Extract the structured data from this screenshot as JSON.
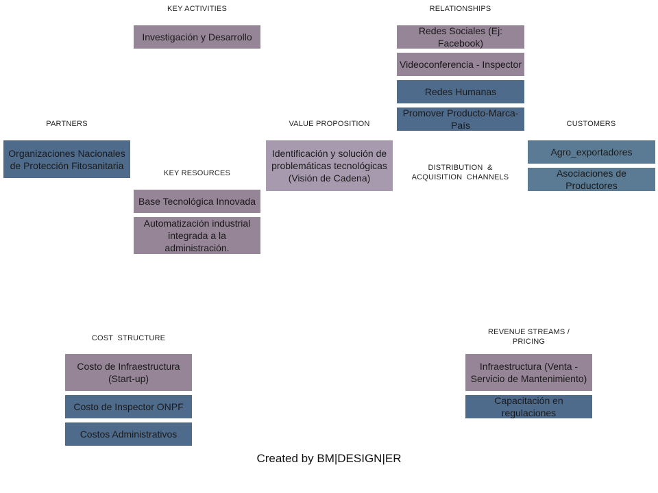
{
  "sections": {
    "key_activities": "KEY ACTIVITIES",
    "relationships": "RELATIONSHIPS",
    "partners": "PARTNERS",
    "value_proposition": "VALUE PROPOSITION",
    "customers": "CUSTOMERS",
    "key_resources": "KEY RESOURCES",
    "distribution_line1": "DISTRIBUTION  &",
    "distribution_line2": "ACQUISITION  CHANNELS",
    "cost_structure": "COST  STRUCTURE",
    "revenue_line1": "REVENUE STREAMS /",
    "revenue_line2": "PRICING"
  },
  "key_activities": [
    "Investigación y Desarrollo"
  ],
  "relationships": [
    "Redes Sociales (Ej: Facebook)",
    "Videoconferencia - Inspector",
    "Redes Humanas",
    "Promover Producto-Marca-País"
  ],
  "partners": [
    "Organizaciones Nacionales de Protección Fitosanitaria"
  ],
  "value_proposition": [
    "Identificación y solución de problemáticas tecnológicas (Visión de Cadena)"
  ],
  "customers": [
    "Agro_exportadores",
    "Asociaciones de Productores"
  ],
  "key_resources": [
    "Base Tecnológica Innovada",
    "Automatización industrial integrada a la administración."
  ],
  "cost_structure": [
    "Costo de Infraestructura (Start-up)",
    "Costo de Inspector ONPF",
    "Costos Administrativos"
  ],
  "revenue_streams": [
    "Infraestructura (Venta - Servicio de Mantenimiento)",
    "Capacitación en regulaciones"
  ],
  "footer": "Created by BM|DESIGN|ER"
}
